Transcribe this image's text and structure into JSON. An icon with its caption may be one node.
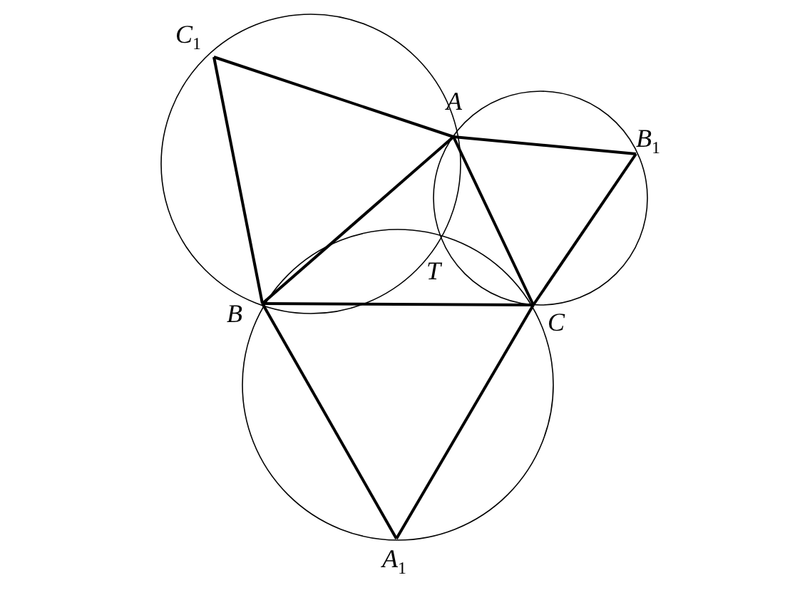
{
  "diagram": {
    "nodes": [
      {
        "text": [
          "C$_{1}$"
        ]
      },
      {
        "text": [
          "A"
        ]
      },
      {
        "text": [
          "B$_{1}$"
        ]
      },
      {
        "text": [
          "B"
        ]
      },
      {
        "text": [
          "T"
        ]
      },
      {
        "text": [
          "C"
        ]
      },
      {
        "text": [
          "A$_{1}$"
        ]
      }
    ],
    "edges": [
      {
        "from": 0,
        "to": 1,
        "arrow": "none"
      },
      {
        "from": 1,
        "to": 2,
        "arrow": "none"
      },
      {
        "from": 0,
        "to": 3,
        "arrow": "none"
      },
      {
        "from": 3,
        "to": 1,
        "arrow": "none"
      },
      {
        "from": 1,
        "to": 5,
        "arrow": "none"
      },
      {
        "from": 2,
        "to": 5,
        "arrow": "none"
      },
      {
        "from": 3,
        "to": 5,
        "arrow": "none"
      },
      {
        "from": 3,
        "to": 6,
        "arrow": "none"
      },
      {
        "from": 5,
        "to": 6,
        "arrow": "none"
      }
    ]
  }
}
